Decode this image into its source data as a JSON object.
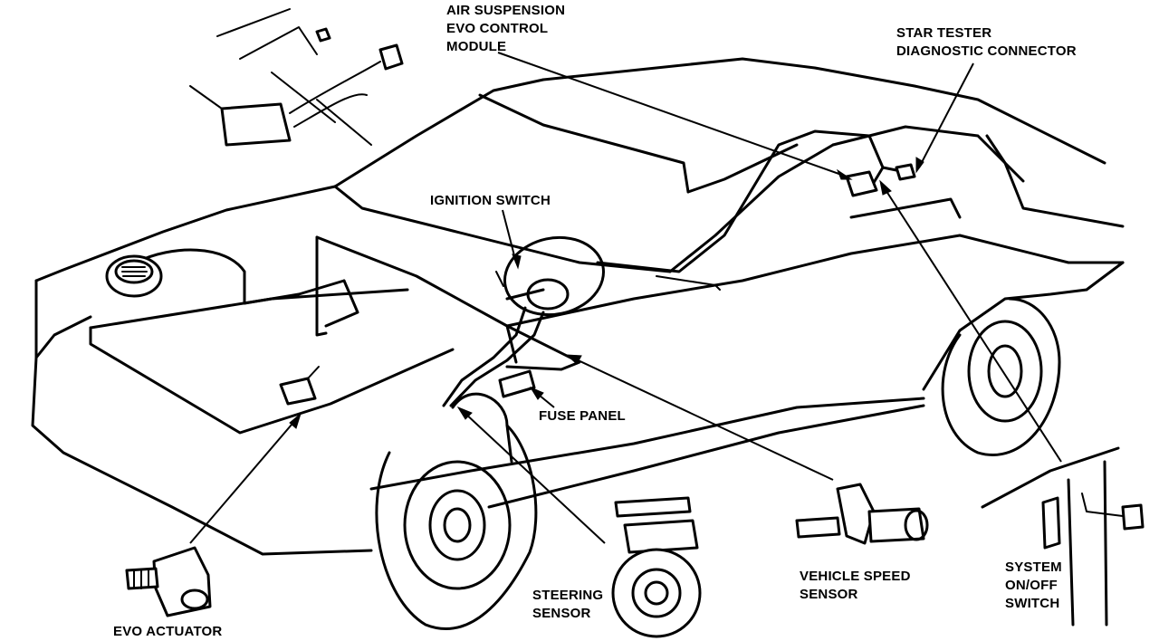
{
  "labels": {
    "air_suspension_module": [
      "AIR SUSPENSION",
      "EVO CONTROL",
      "MODULE"
    ],
    "star_tester": [
      "STAR TESTER",
      "DIAGNOSTIC CONNECTOR"
    ],
    "ignition_switch": "IGNITION SWITCH",
    "fuse_panel": "FUSE PANEL",
    "steering_sensor": [
      "STEERING",
      "SENSOR"
    ],
    "vehicle_speed_sensor": [
      "VEHICLE SPEED",
      "SENSOR"
    ],
    "system_switch": [
      "SYSTEM",
      "ON/OFF",
      "SWITCH"
    ],
    "evo_actuator": "EVO ACTUATOR"
  },
  "colors": {
    "line": "#000000",
    "background": "#ffffff"
  }
}
